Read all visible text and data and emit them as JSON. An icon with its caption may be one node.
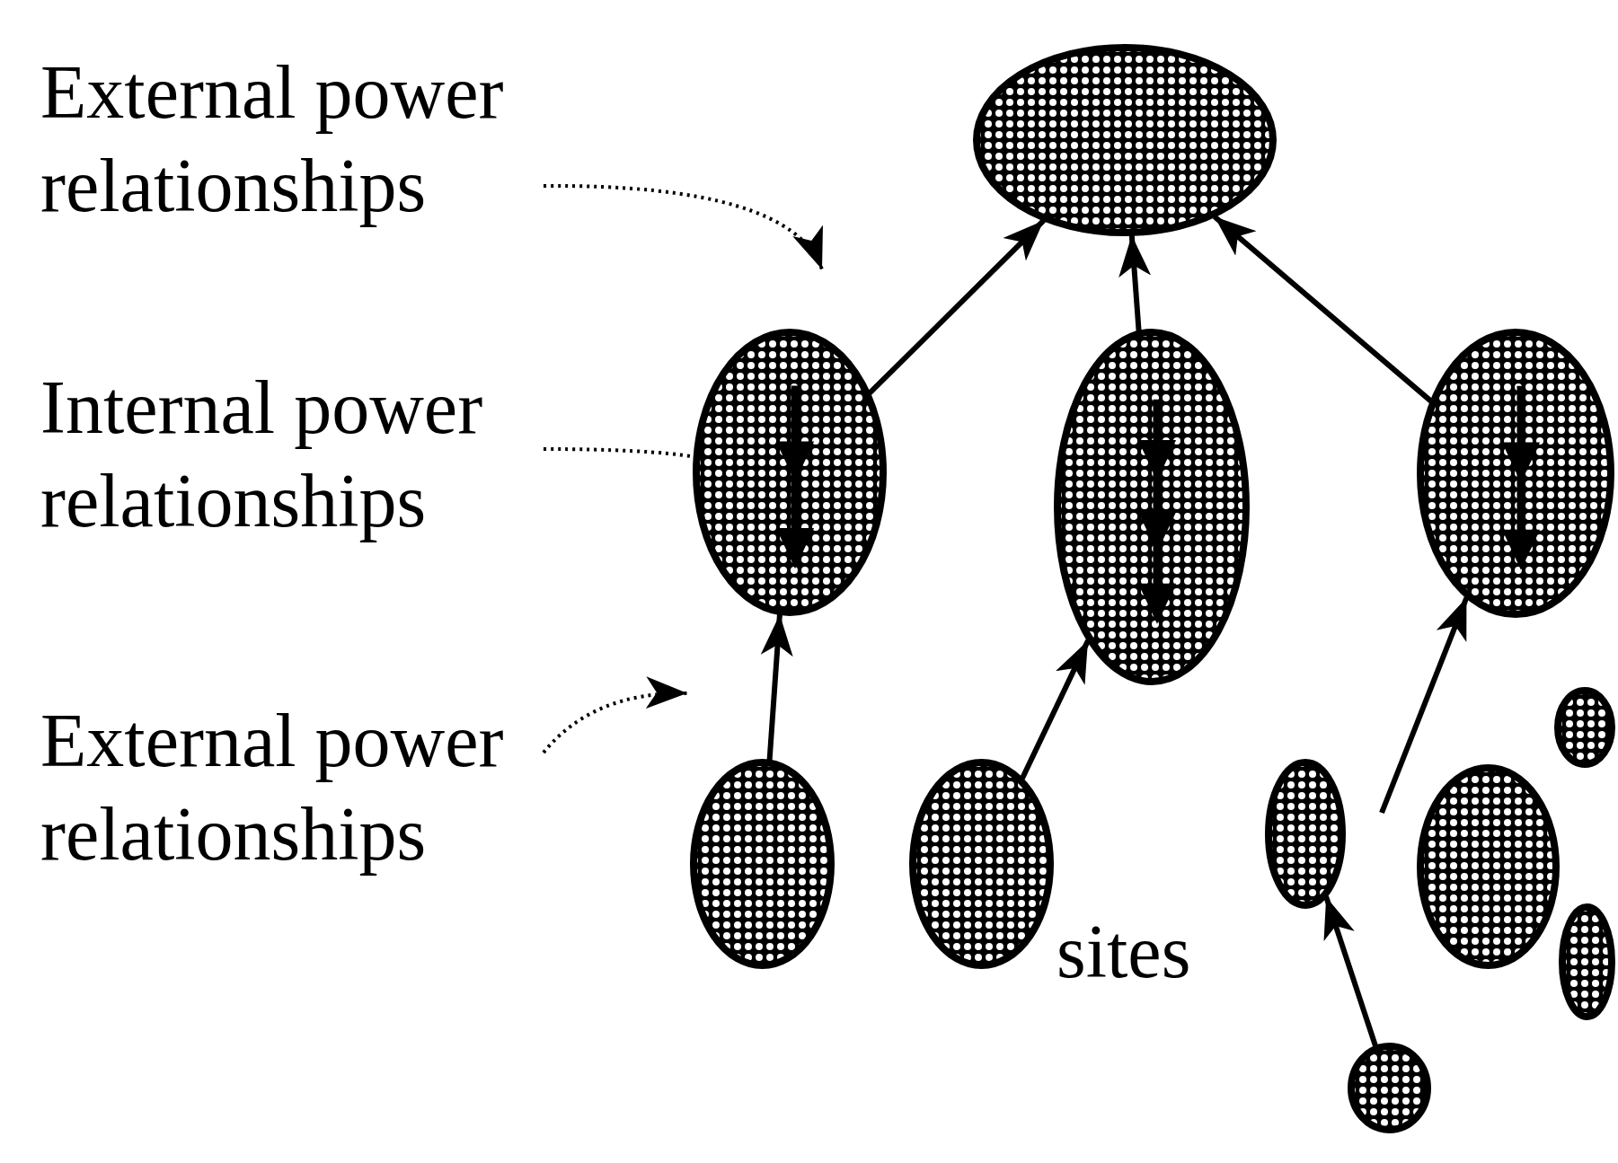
{
  "diagram": {
    "nodes": [
      {
        "text": [
          "External power relationships"
        ]
      },
      {
        "text": [
          "Internal power relationships"
        ]
      },
      {
        "text": [
          "External power relationships"
        ]
      },
      {
        "text": [],
        "shape": "blob"
      },
      {
        "text": [],
        "shape": "blob"
      },
      {
        "text": [],
        "shape": "blob"
      },
      {
        "text": [],
        "shape": "blob"
      },
      {
        "text": [],
        "shape": "blob"
      },
      {
        "text": [],
        "shape": "blob"
      },
      {
        "text": [],
        "shape": "blob"
      },
      {
        "text": [],
        "shape": "blob"
      },
      {
        "text": [],
        "shape": "blob"
      },
      {
        "text": [],
        "shape": "blob"
      },
      {
        "text": [],
        "shape": "blob"
      }
    ],
    "edges": [
      {
        "from": 0,
        "to": null,
        "arrow": "to",
        "style": "dashed"
      },
      {
        "from": 1,
        "to": 4,
        "arrow": "none",
        "style": "dashed"
      },
      {
        "from": 2,
        "to": null,
        "arrow": "to",
        "style": "dashed"
      },
      {
        "from": 4,
        "to": 3,
        "arrow": "to"
      },
      {
        "from": 5,
        "to": 3,
        "arrow": "to"
      },
      {
        "from": 6,
        "to": 3,
        "arrow": "to"
      },
      {
        "from": 7,
        "to": 4,
        "arrow": "to"
      },
      {
        "from": 8,
        "to": 5,
        "arrow": "to"
      },
      {
        "from": null,
        "to": 6,
        "arrow": "to"
      },
      {
        "from": 13,
        "to": 9,
        "arrow": "to"
      }
    ],
    "labels": [
      "sites"
    ]
  }
}
